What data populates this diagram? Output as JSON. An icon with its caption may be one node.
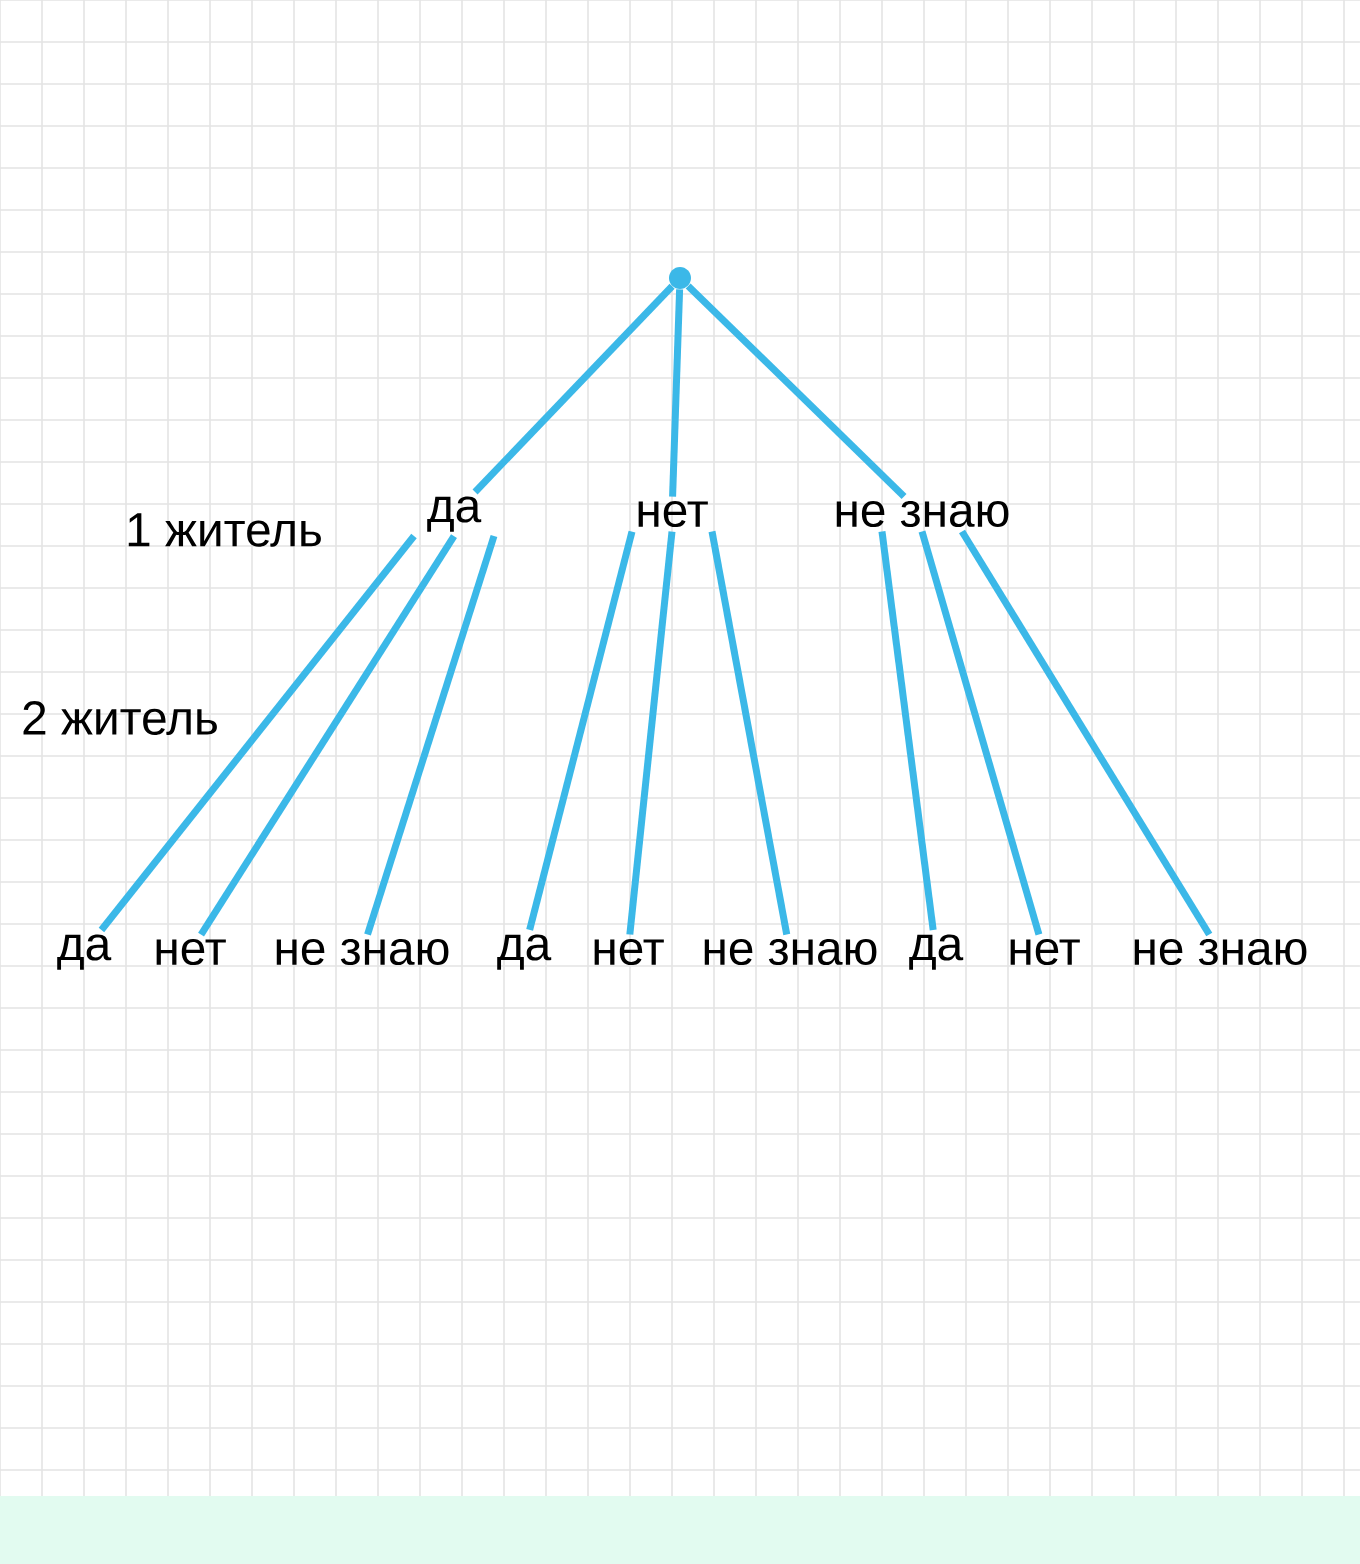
{
  "diagram": {
    "nodes": [
      {
        "text": [],
        "shape": "circle"
      },
      {
        "text": [
          "да"
        ]
      },
      {
        "text": [
          "нет"
        ]
      },
      {
        "text": [
          "не знаю"
        ]
      },
      {
        "text": [
          "да"
        ]
      },
      {
        "text": [
          "нет"
        ]
      },
      {
        "text": [
          "не знаю"
        ]
      },
      {
        "text": [
          "да"
        ]
      },
      {
        "text": [
          "нет"
        ]
      },
      {
        "text": [
          "не знаю"
        ]
      },
      {
        "text": [
          "да"
        ]
      },
      {
        "text": [
          "нет"
        ]
      },
      {
        "text": [
          "не знаю"
        ]
      }
    ],
    "edges": [
      {
        "from": 0,
        "to": 1,
        "arrow": "none"
      },
      {
        "from": 0,
        "to": 2,
        "arrow": "none"
      },
      {
        "from": 0,
        "to": 3,
        "arrow": "none"
      },
      {
        "from": 1,
        "to": 4,
        "arrow": "none"
      },
      {
        "from": 1,
        "to": 5,
        "arrow": "none"
      },
      {
        "from": 1,
        "to": 6,
        "arrow": "none"
      },
      {
        "from": 2,
        "to": 7,
        "arrow": "none"
      },
      {
        "from": 2,
        "to": 8,
        "arrow": "none"
      },
      {
        "from": 2,
        "to": 9,
        "arrow": "none"
      },
      {
        "from": 3,
        "to": 10,
        "arrow": "none"
      },
      {
        "from": 3,
        "to": 11,
        "arrow": "none"
      },
      {
        "from": 3,
        "to": 12,
        "arrow": "none"
      }
    ],
    "labels": [
      "1 житель",
      "2 житель"
    ]
  }
}
